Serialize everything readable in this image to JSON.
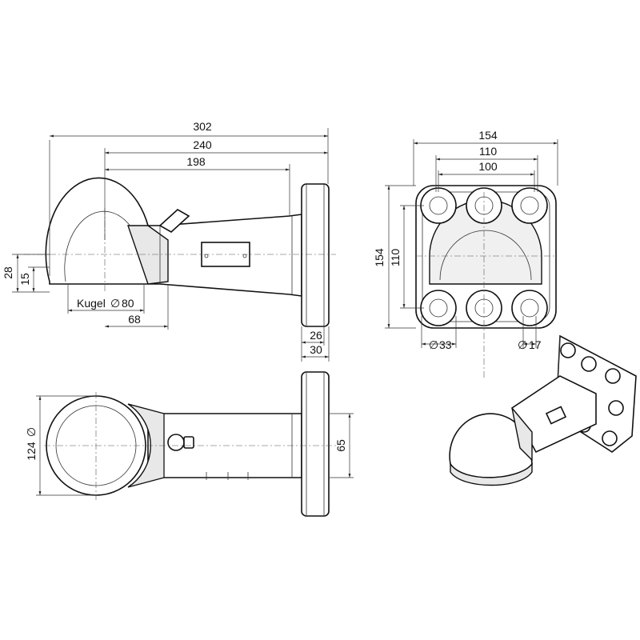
{
  "drawing": {
    "side_view": {
      "overall_length": "302",
      "length_240": "240",
      "length_198": "198",
      "height_28": "28",
      "height_15": "15",
      "ball_label": "Kugel",
      "ball_diameter": "80",
      "offset_68": "68",
      "flange_26": "26",
      "flange_30": "30"
    },
    "front_view": {
      "width_154": "154",
      "width_110": "110",
      "width_100": "100",
      "height_154": "154",
      "height_110": "110",
      "hole_33": "33",
      "hole_17": "17"
    },
    "top_view": {
      "dome_diameter": "124",
      "arm_width": "65"
    },
    "diameter_symbol": "∅"
  }
}
